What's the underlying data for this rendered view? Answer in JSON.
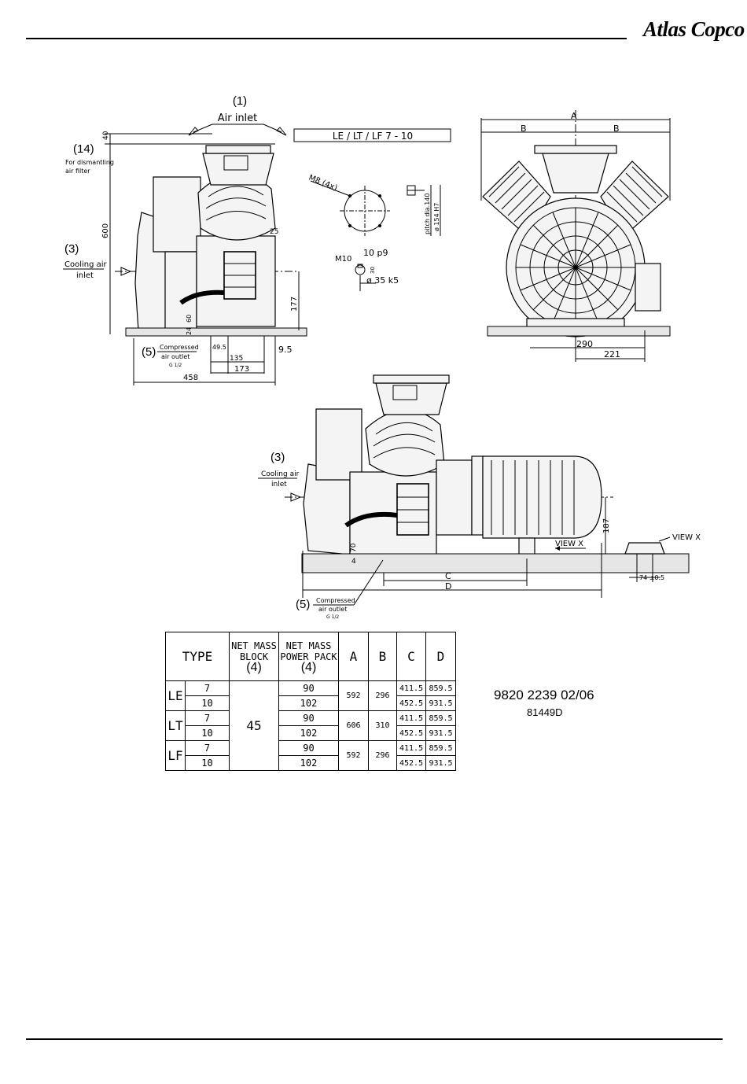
{
  "header": {
    "brand": "Atlas Copco"
  },
  "title_box": "LE / LT / LF 7 - 10",
  "labels": {
    "air_inlet_num": "(1)",
    "air_inlet": "Air inlet",
    "filter_num": "(14)",
    "filter_line1": "For dismantling",
    "filter_line2": "air filter",
    "cooling_num": "(3)",
    "cooling_line1": "Cooling air",
    "cooling_line2": "inlet",
    "outlet_num": "(5)",
    "outlet_line1": "Compressed",
    "outlet_line2": "air outlet",
    "outlet_line3": "G 1/2",
    "view_x": "VIEW X"
  },
  "dims": {
    "d40": "40",
    "d600": "600",
    "d25": "25",
    "d177": "177",
    "d24": "24",
    "d60": "60",
    "d49_5": "49.5",
    "d135": "135",
    "d173": "173",
    "d9_5": "9.5",
    "d458": "458",
    "m8": "M8 (4x)",
    "m10": "M10",
    "d10p9": "10 p9",
    "d30": "30",
    "d35k5": "ø 35 k5",
    "pitch": "pitch dia.140",
    "d154": "ø 154 H7",
    "A": "A",
    "B": "B",
    "d290": "290",
    "d221": "221",
    "d70": "70",
    "d4": "4",
    "d187": "187",
    "C": "C",
    "D": "D",
    "d74": "74 ±0.5"
  },
  "table": {
    "headers": {
      "type": "TYPE",
      "block_l1": "NET MASS",
      "block_l2": "BLOCK",
      "block_n": "(4)",
      "pack_l1": "NET MASS",
      "pack_l2": "POWER PACK",
      "pack_n": "(4)",
      "a": "A",
      "b": "B",
      "c": "C",
      "d": "D"
    },
    "block_mass": "45",
    "groups": [
      {
        "name": "LE",
        "a": "592",
        "b": "296",
        "rows": [
          {
            "size": "7",
            "pack": "90",
            "c": "411.5",
            "d": "859.5"
          },
          {
            "size": "10",
            "pack": "102",
            "c": "452.5",
            "d": "931.5"
          }
        ]
      },
      {
        "name": "LT",
        "a": "606",
        "b": "310",
        "rows": [
          {
            "size": "7",
            "pack": "90",
            "c": "411.5",
            "d": "859.5"
          },
          {
            "size": "10",
            "pack": "102",
            "c": "452.5",
            "d": "931.5"
          }
        ]
      },
      {
        "name": "LF",
        "a": "592",
        "b": "296",
        "rows": [
          {
            "size": "7",
            "pack": "90",
            "c": "411.5",
            "d": "859.5"
          },
          {
            "size": "10",
            "pack": "102",
            "c": "452.5",
            "d": "931.5"
          }
        ]
      }
    ]
  },
  "doc": {
    "number": "9820 2239 02/06",
    "ref": "81449D"
  }
}
